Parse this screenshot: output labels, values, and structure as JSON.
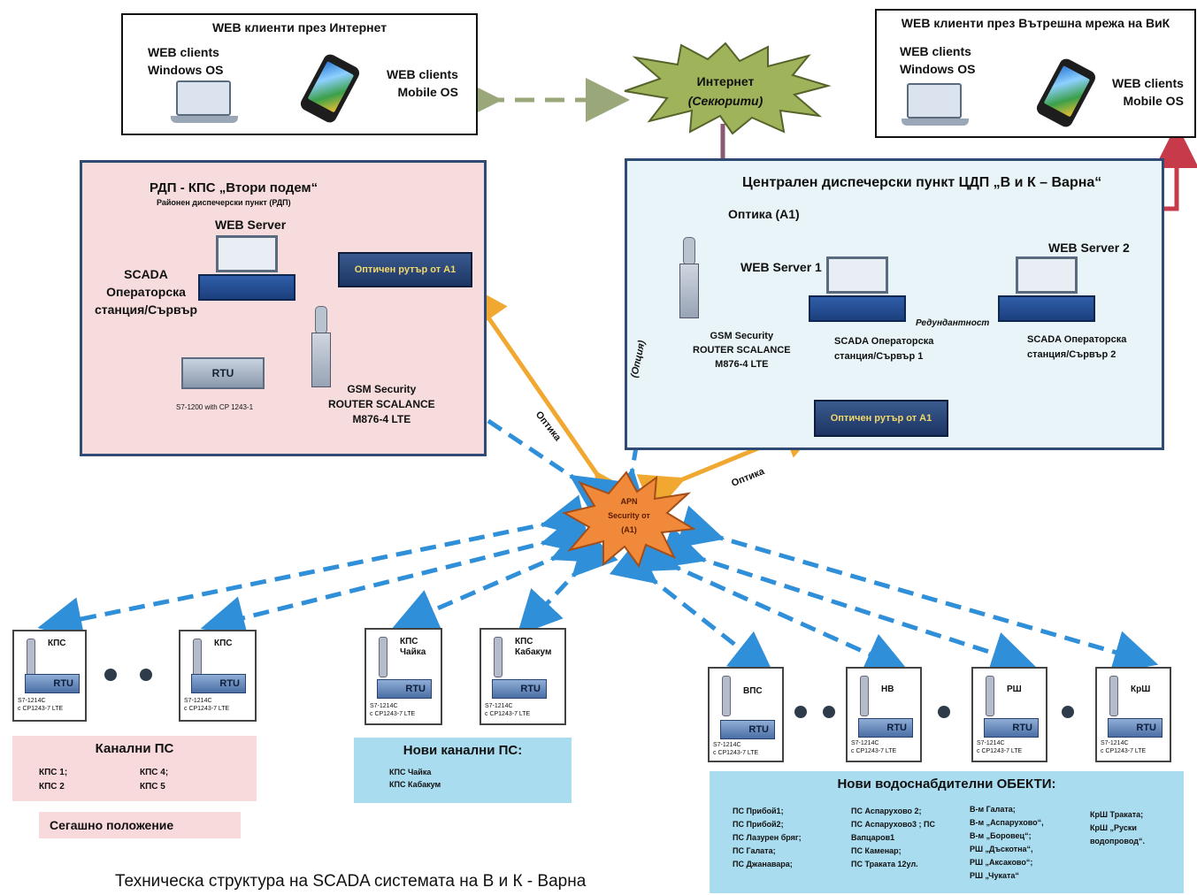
{
  "caption": "Техническа структура на SCADA системата на В и К - Варна",
  "internet_clients": {
    "title": "WEB клиенти през Интернет",
    "windows_label": "WEB clients\nWindows OS",
    "mobile_label": "WEB clients\nMobile OS"
  },
  "internal_clients": {
    "title": "WEB клиенти през Вътрешна мрежа на ВиК",
    "windows_label": "WEB clients\nWindows OS",
    "mobile_label": "WEB clients\nMobile OS"
  },
  "internet_cloud": {
    "line1": "Интернет",
    "line2": "(Секюрити)"
  },
  "rdp": {
    "title": "РДП - КПС „Втори подем“",
    "subtitle": "Районен диспечерски пункт (РДП)",
    "web_server": "WEB Server",
    "scada_label": "SCADA\nОператорска\nстанция/Сървър",
    "router": "Оптичен рутър от А1",
    "rtu": "RTU",
    "rtu_model": "S7-1200 with CP 1243-1",
    "gsm": "GSM Security\nROUTER SCALANCE\nM876-4 LTE"
  },
  "cdp": {
    "title": "Централен диспечерски пункт ЦДП „В и К – Варна“",
    "optics_a1": "Оптика (А1)",
    "web_server1": "WEB Server 1",
    "web_server2": "WEB Server 2",
    "redundancy": "Редундантност",
    "scada1": "SCADA Операторска\nстанция/Сървър 1",
    "scada2": "SCADA Операторска\nстанция/Сървър 2",
    "gsm": "GSM Security\nROUTER SCALANCE\nM876-4 LTE",
    "router": "Оптичен рутър от А1"
  },
  "apn": {
    "line1": "APN",
    "line2": "Security от",
    "line3": "(А1)"
  },
  "link_labels": {
    "optics_left": "Оптика",
    "optics_right": "Оптика",
    "option": "(Опция)"
  },
  "stations": [
    {
      "name": "КПС",
      "rtu": "RTU",
      "model": "S7-1214C\nс CP1243-7 LTE"
    },
    {
      "name": "КПС",
      "rtu": "RTU",
      "model": "S7-1214C\nс CP1243-7 LTE"
    },
    {
      "name": "КПС\nЧайка",
      "rtu": "RTU",
      "model": "S7-1214C\nс CP1243-7 LTE"
    },
    {
      "name": "КПС\nКабакум",
      "rtu": "RTU",
      "model": "S7-1214C\nс CP1243-7 LTE"
    },
    {
      "name": "ВПС",
      "rtu": "RTU",
      "model": "S7-1214C\nс CP1243-7 LTE"
    },
    {
      "name": "НВ",
      "rtu": "RTU",
      "model": "S7-1214C\nс CP1243-7 LTE"
    },
    {
      "name": "РШ",
      "rtu": "RTU",
      "model": "S7-1214C\nс CP1243-7 LTE"
    },
    {
      "name": "КрШ",
      "rtu": "RTU",
      "model": "S7-1214C\nс CP1243-7 LTE"
    }
  ],
  "legend_channel": {
    "title": "Канални ПС",
    "col1": "КПС 1;\nКПС 2",
    "col2": "КПС 4;\nКПС 5",
    "status": "Сегашно положение"
  },
  "legend_new_channel": {
    "title": "Нови канални ПС:",
    "items": "КПС Чайка\nКПС Кабакум"
  },
  "legend_new_objects": {
    "title": "Нови водоснабдителни ОБЕКТИ:",
    "col1": "ПС Прибой1;\nПС Прибой2;\nПС Лазурен бряг;\nПС Галата;\nПС Джанавара;",
    "col2": "ПС Аспарухово 2;\nПС Аспарухово3 ; ПС\nВапцаров1\nПС Каменар;\nПС Траката 12ул.",
    "col3": "В-м Галата;\nВ-м „Аспарухово“,\nВ-м „Боровец“;\nРШ „Дъскотна“,\nРШ „Аксаково“;\nРШ „Чуката“",
    "col4": "КрШ Траката;\nКрШ „Руски\nводопровод“."
  },
  "colors": {
    "rdp_bg": "#f6dcdc",
    "cdp_bg": "#e8f4f8",
    "dashed_blue": "#2f8fd8",
    "optics_orange": "#f0a830",
    "red_link": "#c63a4a",
    "green_link": "#2e8a3e",
    "purple_link": "#8a5a74",
    "legend_pink": "#f8d9dc",
    "legend_cyan": "#a9dcef"
  }
}
